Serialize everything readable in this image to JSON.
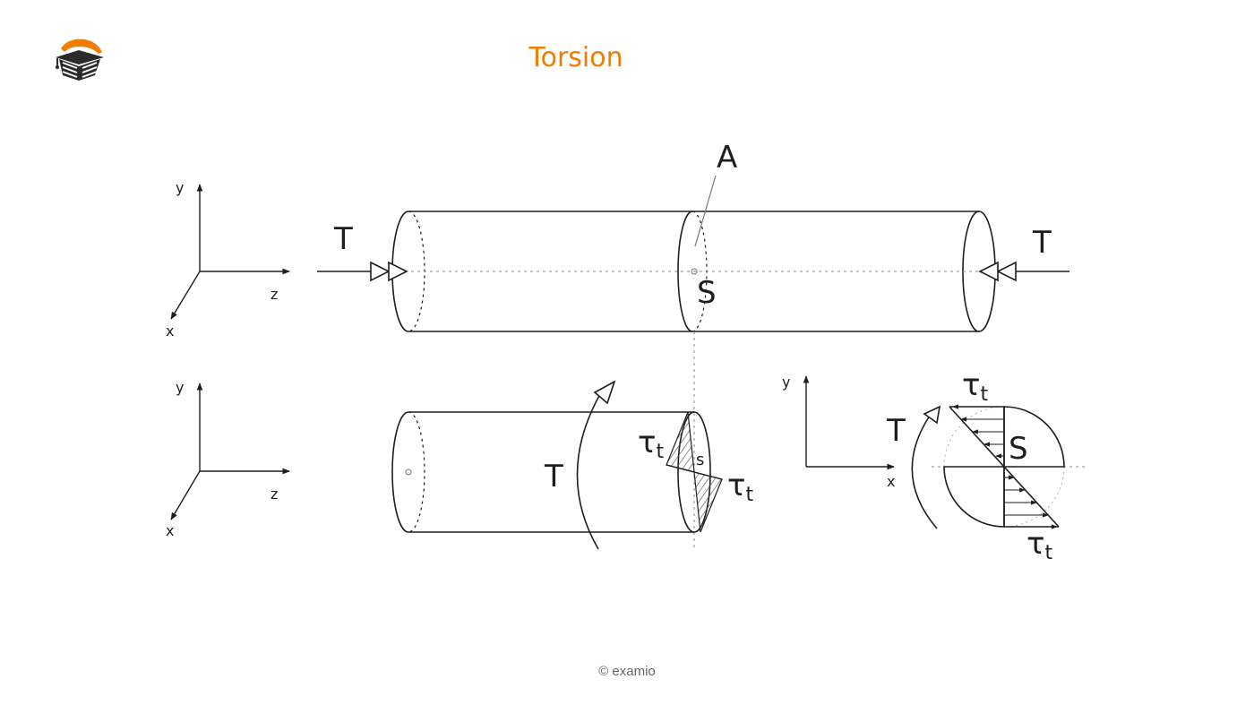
{
  "header": {
    "title": "Torsion"
  },
  "logo": {
    "icon": "graduation-cap-book-icon",
    "brand_color": "#f07d00"
  },
  "footer": {
    "copyright": "© examio"
  },
  "diagram": {
    "axes": {
      "y": "y",
      "z": "z",
      "x": "x"
    },
    "labels": {
      "torque": "T",
      "area": "A",
      "centroid": "S",
      "centroid_small": "s",
      "shear_base": "τ",
      "shear_sub": "t"
    }
  },
  "colors": {
    "accent": "#f07d00",
    "line": "#1e1e1e",
    "muted": "#777777"
  }
}
